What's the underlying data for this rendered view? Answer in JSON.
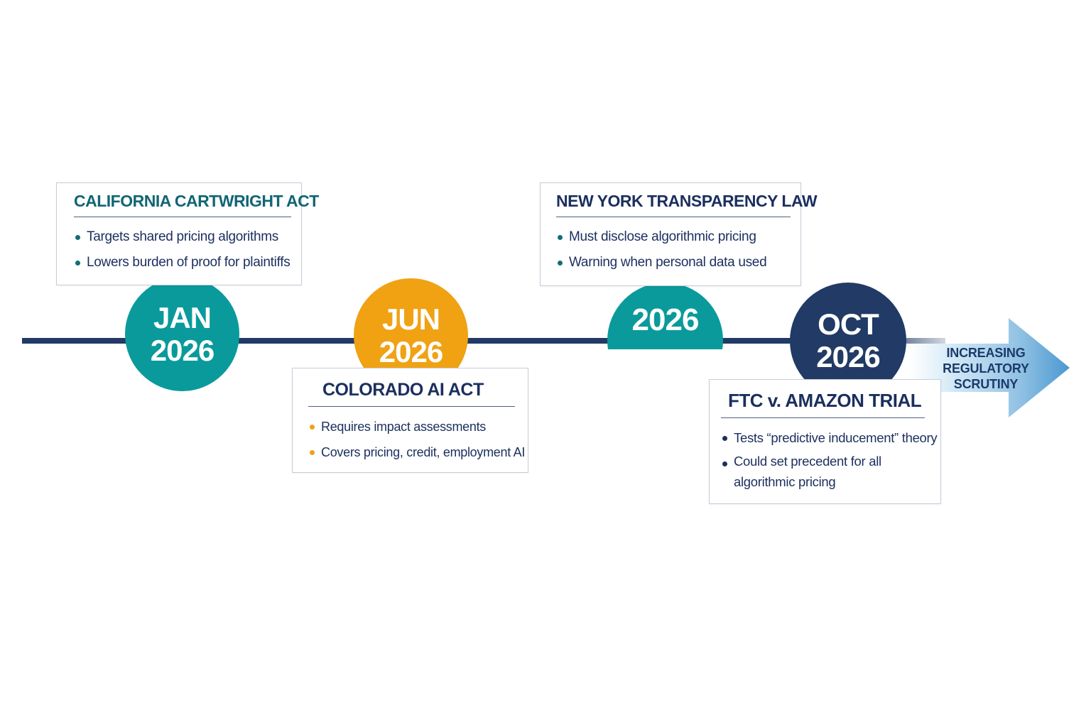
{
  "colors": {
    "teal": "#0a9a9c",
    "orange": "#f0a213",
    "navy": "#213a66",
    "title_teal": "#116574",
    "text_navy": "#1b2f5e",
    "arrow_light": "#d6ebf7",
    "arrow_dark": "#4a98d0"
  },
  "timeline": {
    "milestones": [
      {
        "id": "jan-2026",
        "month": "JAN",
        "year": "2026",
        "color": "#0a9a9c",
        "card": {
          "title": "CALIFORNIA CARTWRIGHT ACT",
          "bullets": [
            "Targets shared pricing algorithms",
            "Lowers burden of proof for plaintiffs"
          ]
        }
      },
      {
        "id": "jun-2026",
        "month": "JUN",
        "year": "2026",
        "color": "#f0a213",
        "card": {
          "title": "COLORADO AI ACT",
          "bullets": [
            "Requires impact assessments",
            "Covers pricing, credit, employment AI"
          ]
        }
      },
      {
        "id": "2026",
        "month": "",
        "year": "2026",
        "color": "#0a9a9c",
        "card": {
          "title": "NEW YORK TRANSPARENCY LAW",
          "bullets": [
            "Must disclose algorithmic pricing",
            "Warning when personal data used"
          ]
        }
      },
      {
        "id": "oct-2026",
        "month": "OCT",
        "year": "2026",
        "color": "#213a66",
        "card": {
          "title": "FTC v. AMAZON TRIAL",
          "bullets": [
            "Tests “predictive inducement” theory",
            "Could set precedent for all algorithmic pricing"
          ]
        }
      }
    ],
    "arrow": {
      "lines": [
        "INCREASING",
        "REGULATORY",
        "SCRUTINY"
      ]
    }
  }
}
